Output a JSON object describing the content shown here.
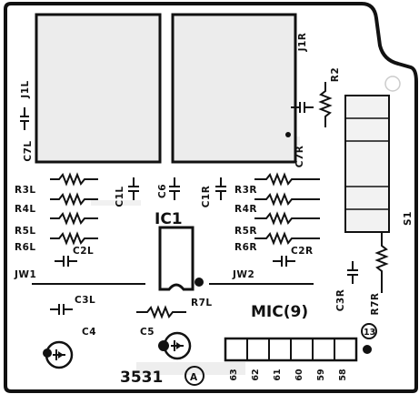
{
  "board": {
    "part_number": "3531",
    "revision_mark": "A",
    "net_label": "MIC(9)",
    "pin_marker": "13"
  },
  "labels": {
    "J1L": "J1L",
    "J1R": "J1R",
    "R2": "R2",
    "C7L": "C7L",
    "C7R": "C7R",
    "C1L": "C1L",
    "C6": "C6",
    "C1R": "C1R",
    "R3L": "R3L",
    "R4L": "R4L",
    "R5L": "R5L",
    "R6L": "R6L",
    "C2L": "C2L",
    "R3R": "R3R",
    "R4R": "R4R",
    "R5R": "R5R",
    "R6R": "R6R",
    "C2R": "C2R",
    "IC1": "IC1",
    "JW1": "JW1",
    "JW2": "JW2",
    "C3L": "C3L",
    "R7L": "R7L",
    "C3R": "C3R",
    "R7R": "R7R",
    "S1": "S1",
    "C4": "C4",
    "C5": "C5"
  },
  "connector_pins": [
    "63",
    "62",
    "61",
    "60",
    "59",
    "58"
  ],
  "colors": {
    "ink": "#111111",
    "board": "#ffffff",
    "shade": "#e6e6e6"
  }
}
